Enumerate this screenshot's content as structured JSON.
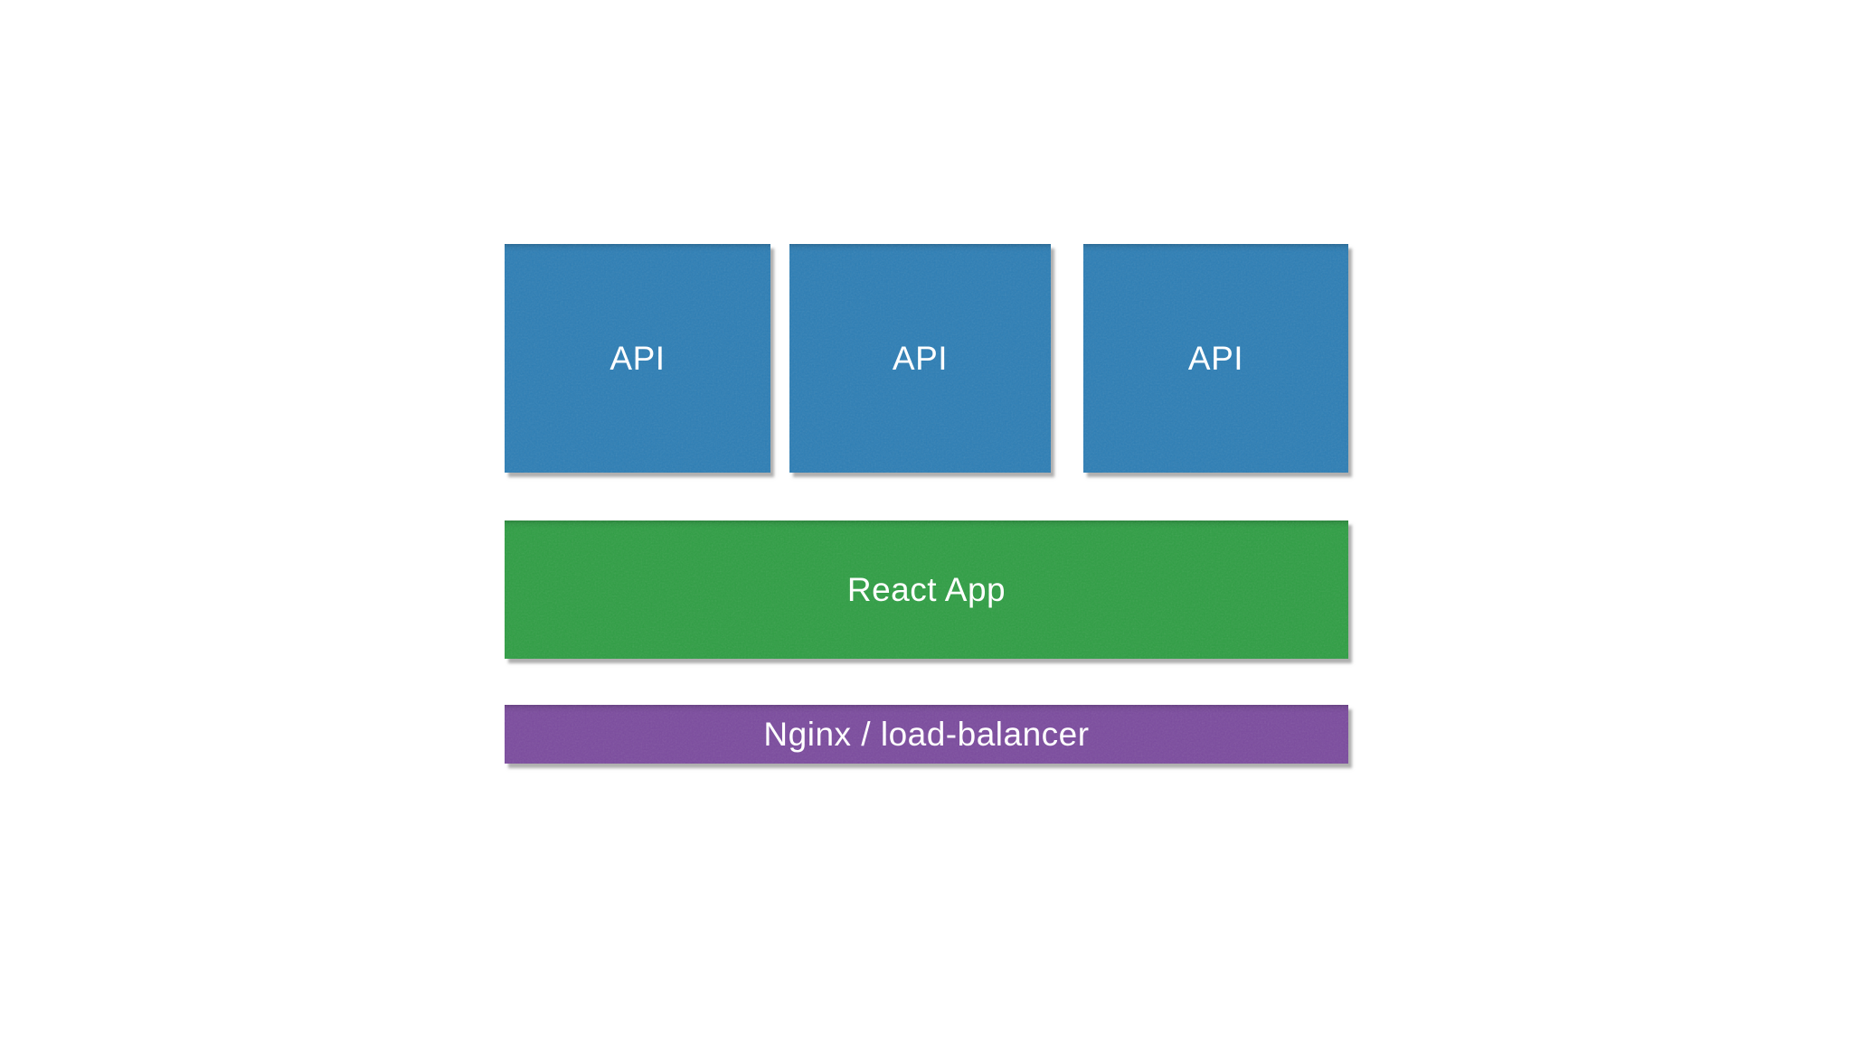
{
  "diagram": {
    "api_boxes": [
      {
        "label": "API"
      },
      {
        "label": "API"
      },
      {
        "label": "API"
      }
    ],
    "react_box": {
      "label": "React App"
    },
    "nginx_box": {
      "label": "Nginx / load-balancer"
    },
    "colors": {
      "api_fill": "#2d7eb5",
      "react_fill": "#2f9e44",
      "nginx_fill": "#7b4b9e",
      "label_text": "#ffffff",
      "background": "#ffffff",
      "shadow": "#606060"
    }
  }
}
